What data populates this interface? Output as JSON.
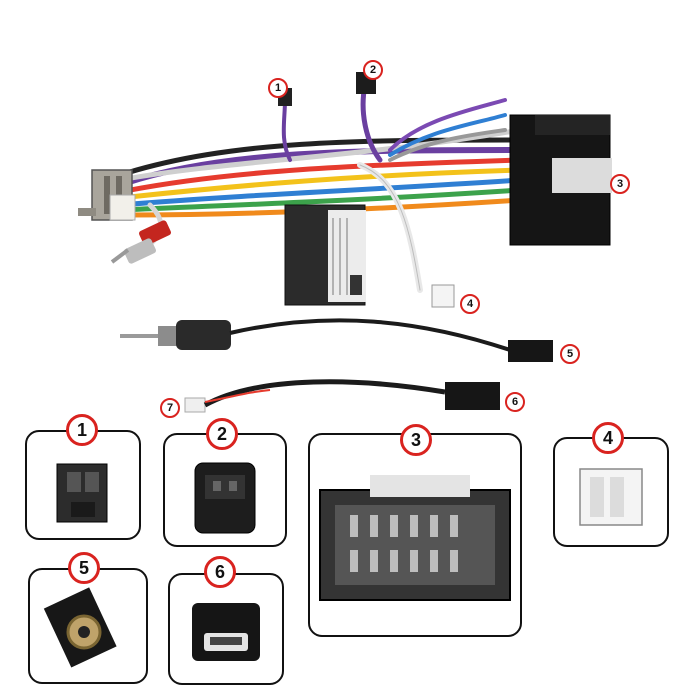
{
  "callouts": [
    "1",
    "2",
    "3",
    "4",
    "5",
    "6",
    "7"
  ],
  "detail_labels": [
    "1",
    "2",
    "3",
    "4",
    "5",
    "6"
  ]
}
